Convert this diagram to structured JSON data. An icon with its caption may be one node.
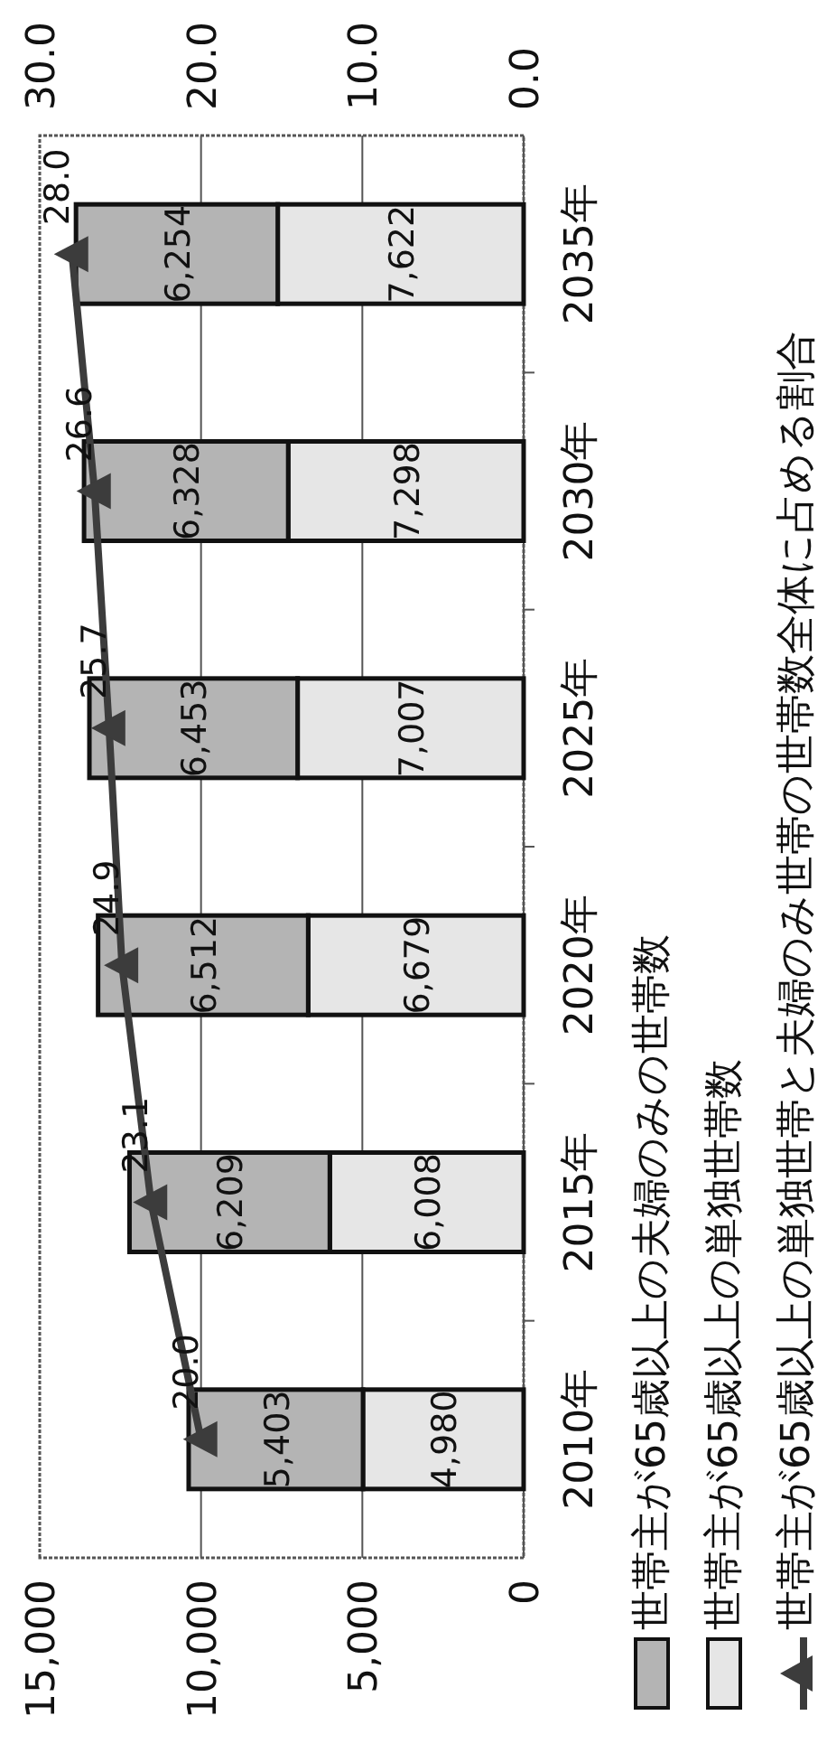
{
  "diagram": {
    "chart_data": {
      "type": "bar",
      "stacked": true,
      "orientation": "horizontal",
      "categories": [
        "2035年",
        "2030年",
        "2025年",
        "2020年",
        "2015年",
        "2010年"
      ],
      "series": [
        {
          "color": "#e6e6e6",
          "values": [
            7622,
            7298,
            7007,
            6679,
            6008,
            4980
          ],
          "value_labels": [
            "7,622",
            "7,298",
            "7,007",
            "6,679",
            "6,008",
            "4,980"
          ]
        },
        {
          "color": "#b4b4b4",
          "values": [
            6254,
            6328,
            6453,
            6512,
            6209,
            5403
          ],
          "value_labels": [
            "6,254",
            "6,328",
            "6,453",
            "6,512",
            "6,209",
            "5,403"
          ]
        },
        {
          "type": "line",
          "axis": "x2",
          "marker": "triangle",
          "color": "#3c3c3c",
          "values": [
            28.0,
            26.6,
            25.7,
            24.9,
            23.1,
            20.0
          ],
          "value_labels": [
            "28.0",
            "26.6",
            "25.7",
            "24.9",
            "23.1",
            "20.0"
          ]
        }
      ],
      "xlim": [
        15000,
        0
      ],
      "xticks": [
        {
          "value": 0,
          "label": "0"
        },
        {
          "value": 5000,
          "label": "5,000"
        },
        {
          "value": 10000,
          "label": "10,000"
        },
        {
          "value": 15000,
          "label": "15,000"
        }
      ],
      "x2lim": [
        30,
        0
      ],
      "x2ticks": [
        {
          "value": 0,
          "label": "0.0"
        },
        {
          "value": 10,
          "label": "10.0"
        },
        {
          "value": 20,
          "label": "20.0"
        },
        {
          "value": 30,
          "label": "30.0"
        }
      ]
    },
    "legend": [
      {
        "text": "世帯主が65歳以上の夫婦のみの世帯数",
        "color": "#b4b4b4"
      },
      {
        "text": "世帯主が65歳以上の単独世帯数",
        "color": "#e6e6e6"
      },
      {
        "text": "世帯主が65歳以上の単独世帯と夫婦のみ世帯の世帯数全体に占める割合"
      }
    ]
  }
}
